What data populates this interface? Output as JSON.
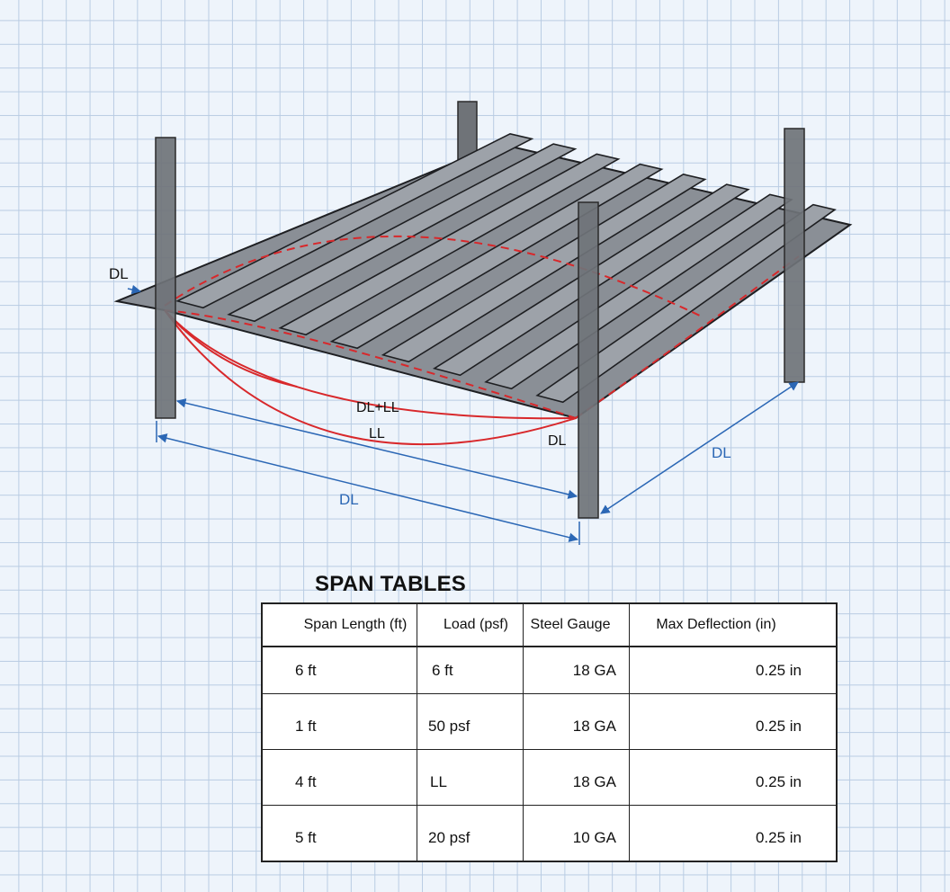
{
  "diagram": {
    "labels": {
      "dl_top_left": "DL",
      "dl_ll": "DL+LL",
      "ll": "LL",
      "dl_curve": "DL",
      "dl_depth": "DL",
      "dl_span": "DL"
    },
    "colors": {
      "deck": "#8a8f96",
      "deck_edge": "#1e1f22",
      "post": "#6f7378",
      "deflection": "#d8282b",
      "dimension": "#2b67b5",
      "grid": "#b9cce3",
      "background": "#eef4fb"
    }
  },
  "span_table": {
    "title": "SPAN TABLES",
    "headers": [
      "Span Length (ft)",
      "Load (psf)",
      "Steel Gauge",
      "Max Deflection (in)"
    ],
    "rows": [
      [
        "6 ft",
        "6 ft",
        "18 GA",
        "0.25 in"
      ],
      [
        "1 ft",
        "50 psf",
        "18 GA",
        "0.25 in"
      ],
      [
        "4 ft",
        "LL",
        "18 GA",
        "0.25 in"
      ],
      [
        "5 ft",
        "20 psf",
        "10 GA",
        "0.25 in"
      ]
    ]
  }
}
